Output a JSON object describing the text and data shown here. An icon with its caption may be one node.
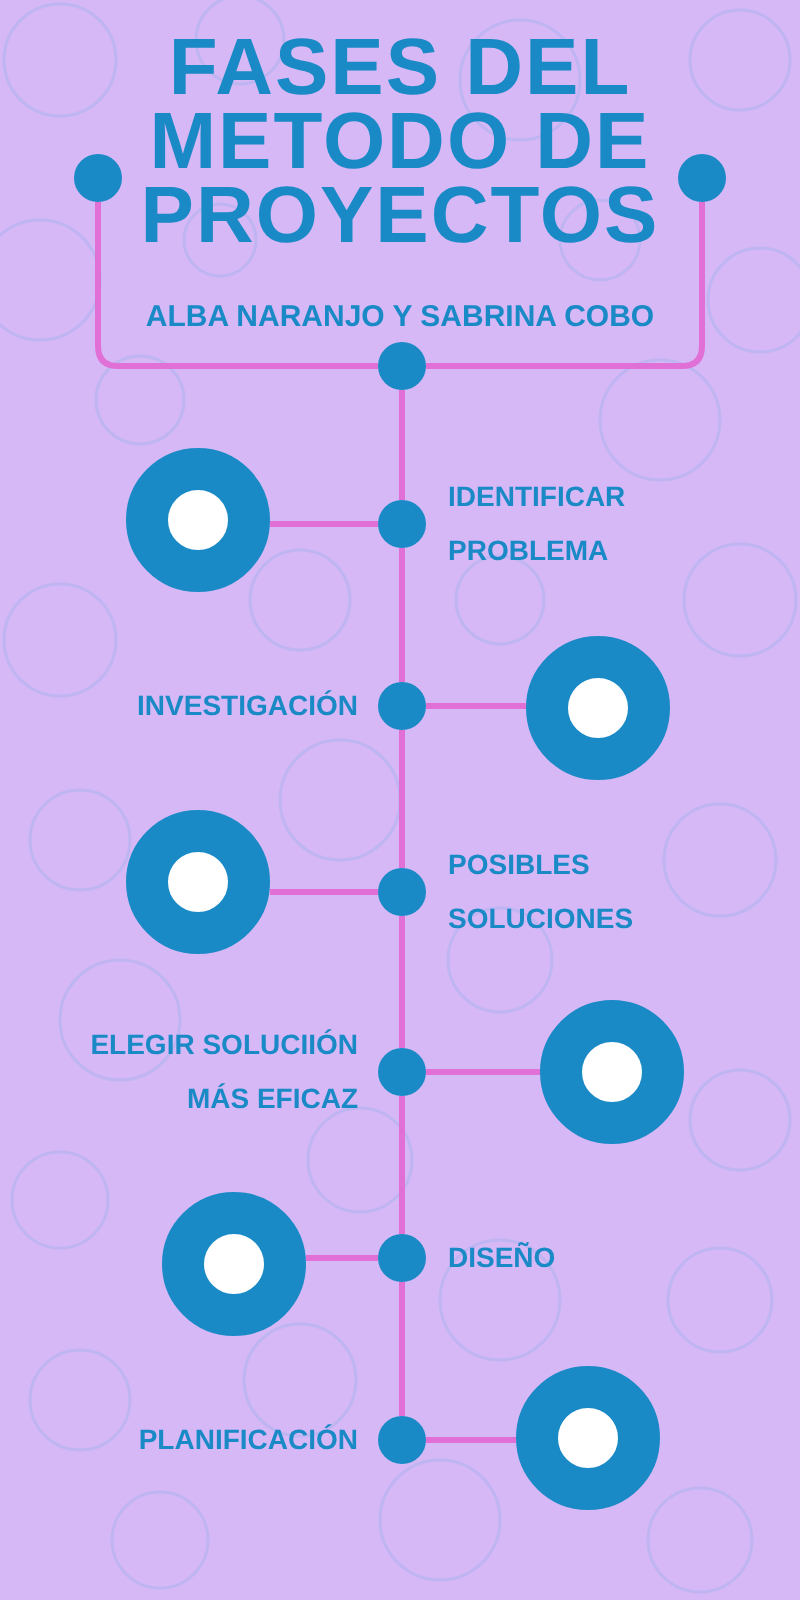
{
  "diagram": {
    "title": "FASES DEL METODO DE PROYECTOS",
    "nodes": [
      {
        "text": [],
        "shape": "circle"
      },
      {
        "text": [],
        "shape": "circle"
      },
      {
        "text": [],
        "shape": "circle"
      },
      {
        "text": [],
        "shape": "circle"
      },
      {
        "text": [],
        "shape": "circle",
        "beside": [
          "IDENTIFICAR PROBLEMA"
        ]
      },
      {
        "text": [],
        "shape": "circle",
        "beside": [
          "INVESTIGACIÓN"
        ]
      },
      {
        "text": [],
        "shape": "circle"
      },
      {
        "text": [],
        "shape": "circle"
      },
      {
        "text": [],
        "shape": "circle",
        "beside": [
          "POSIBLES SOLUCIONES"
        ]
      },
      {
        "text": [],
        "shape": "circle",
        "beside": [
          "ELEGIR SOLUCIIÓN MÁS EFICAZ"
        ]
      },
      {
        "text": [],
        "shape": "circle"
      },
      {
        "text": [],
        "shape": "circle"
      },
      {
        "text": [],
        "shape": "circle",
        "beside": [
          "DISEÑO"
        ]
      },
      {
        "text": [],
        "shape": "circle",
        "beside": [
          "PLANIFICACIÓN"
        ]
      },
      {
        "text": [],
        "shape": "circle"
      }
    ],
    "edges": [
      {
        "from": 0,
        "to": 2,
        "arrow": "none"
      },
      {
        "from": 1,
        "to": 2,
        "arrow": "none"
      },
      {
        "from": 2,
        "to": 4,
        "arrow": "none"
      },
      {
        "from": 4,
        "to": 3,
        "arrow": "none"
      },
      {
        "from": 4,
        "to": 5,
        "arrow": "none"
      },
      {
        "from": 5,
        "to": 6,
        "arrow": "none"
      },
      {
        "from": 5,
        "to": 8,
        "arrow": "none"
      },
      {
        "from": 8,
        "to": 7,
        "arrow": "none"
      },
      {
        "from": 8,
        "to": 9,
        "arrow": "none"
      },
      {
        "from": 9,
        "to": 10,
        "arrow": "none"
      },
      {
        "from": 9,
        "to": 12,
        "arrow": "none"
      },
      {
        "from": 12,
        "to": 11,
        "arrow": "none"
      },
      {
        "from": 12,
        "to": 13,
        "arrow": "none"
      },
      {
        "from": 13,
        "to": 14,
        "arrow": "none"
      }
    ],
    "labels": [
      "ALBA NARANJO Y SABRINA COBO"
    ]
  }
}
